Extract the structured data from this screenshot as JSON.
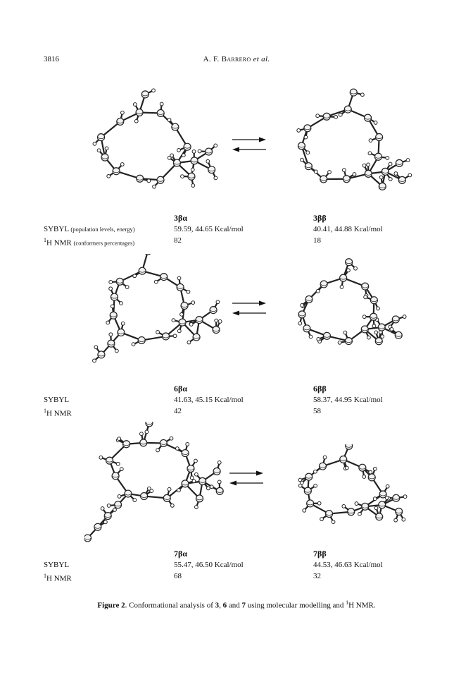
{
  "header": {
    "page_number": "3816",
    "author": "A. F. Barrero",
    "etal": "et al."
  },
  "rows": [
    {
      "left": {
        "compound": "3βα",
        "sybyl": "59.59, 44.65 Kcal/mol",
        "nmr": "82"
      },
      "right": {
        "compound": "3ββ",
        "sybyl": "40.41, 44.88 Kcal/mol",
        "nmr": "18"
      },
      "sybyl_label": "SYBYL",
      "sybyl_note": "(population levels, energy)",
      "nmr_label": "H NMR",
      "nmr_sup": "1",
      "nmr_note": "(conformers percentages)"
    },
    {
      "left": {
        "compound": "6βα",
        "sybyl": "41.63, 45.15 Kcal/mol",
        "nmr": "42"
      },
      "right": {
        "compound": "6ββ",
        "sybyl": "58.37, 44.95 Kcal/mol",
        "nmr": "58"
      },
      "sybyl_label": "SYBYL",
      "nmr_label": "H NMR",
      "nmr_sup": "1"
    },
    {
      "left": {
        "compound": "7βα",
        "sybyl": "55.47, 46.50 Kcal/mol",
        "nmr": "68"
      },
      "right": {
        "compound": "7ββ",
        "sybyl": "44.53, 46.63 Kcal/mol",
        "nmr": "32"
      },
      "sybyl_label": "SYBYL",
      "nmr_label": "H NMR",
      "nmr_sup": "1"
    }
  ],
  "caption": {
    "label": "Figure 2",
    "text_before": ". Conformational analysis of ",
    "c1": "3",
    "sep1": ", ",
    "c2": "6",
    "sep2": " and ",
    "c3": "7",
    "text_after": " using molecular modelling and ",
    "sup": "1",
    "tail": "H NMR."
  }
}
